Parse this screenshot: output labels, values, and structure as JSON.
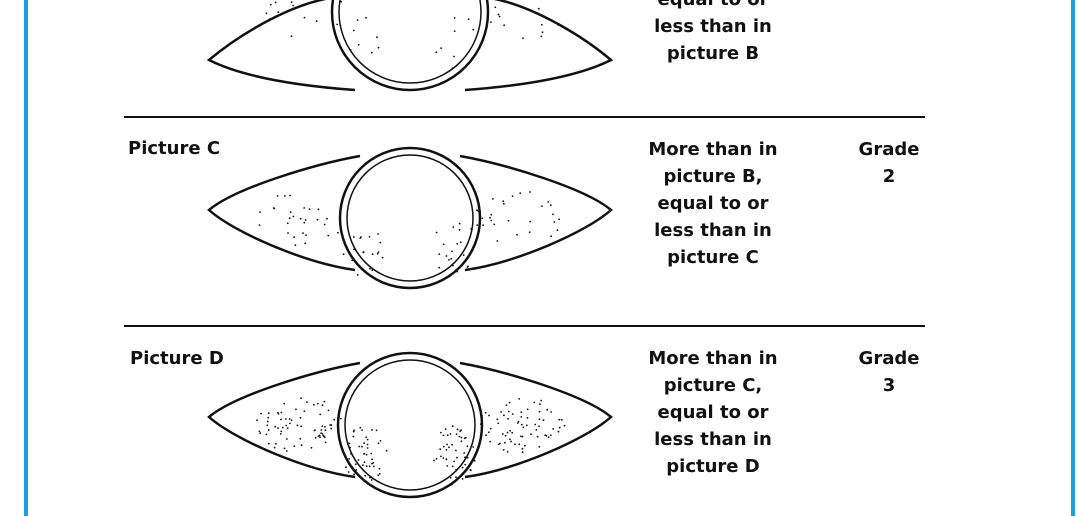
{
  "rows": [
    {
      "description_lines": [
        "equal to or",
        "less than in",
        "picture B"
      ]
    },
    {
      "label_prefix": "Picture",
      "label_letter": "C",
      "description_lines": [
        "More than in",
        "picture B,",
        "equal to or",
        "less than in",
        "picture C"
      ],
      "grade_label": "Grade",
      "grade_value": "2",
      "dot_density": "medium"
    },
    {
      "label_prefix": "Picture",
      "label_letter": "D",
      "description_lines": [
        "More than in",
        "picture C,",
        "equal to or",
        "less than in",
        "picture D"
      ],
      "grade_label": "Grade",
      "grade_value": "3",
      "dot_density": "heavy"
    }
  ],
  "colors": {
    "frame": "#1aa0e3",
    "ink": "#111111"
  }
}
